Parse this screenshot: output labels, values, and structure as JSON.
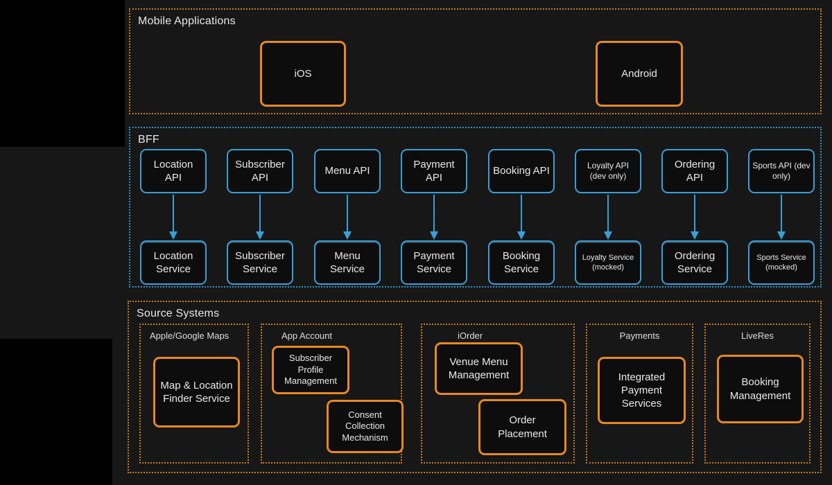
{
  "colors": {
    "canvas_bg": "#171717",
    "node_bg": "#0d0d0d",
    "orange_solid": "#e8891f",
    "orange_dotted": "#cc7f22",
    "blue_solid": "#38a0da",
    "blue_dotted": "#3096cf",
    "text": "#e9e9e9",
    "left_strips": "#000000"
  },
  "mobile_applications": {
    "label": "Mobile Applications",
    "nodes": [
      {
        "label": "iOS"
      },
      {
        "label": "Android"
      }
    ]
  },
  "bff": {
    "label": "BFF",
    "columns": [
      {
        "api": "Location API",
        "service": "Location Service"
      },
      {
        "api": "Subscriber API",
        "service": "Subscriber Service"
      },
      {
        "api": "Menu API",
        "service": "Menu Service"
      },
      {
        "api": "Payment API",
        "service": "Payment Service"
      },
      {
        "api": "Booking API",
        "service": "Booking Service"
      },
      {
        "api": "Loyalty API (dev only)",
        "service": "Loyalty Service (mocked)",
        "note": "dev-only/mocked"
      },
      {
        "api": "Ordering API",
        "service": "Ordering Service"
      },
      {
        "api": "Sports API (dev only)",
        "service": "Sports Service (mocked)",
        "note": "dev-only/mocked"
      }
    ]
  },
  "source_systems": {
    "label": "Source Systems",
    "groups": [
      {
        "label": "Apple/Google Maps",
        "boxes": [
          {
            "label": "Map & Location Finder Service"
          }
        ]
      },
      {
        "label": "App Account",
        "boxes": [
          {
            "label": "Subscriber Profile Management"
          },
          {
            "label": "Consent Collection Mechanism"
          }
        ]
      },
      {
        "label": "iOrder",
        "boxes": [
          {
            "label": "Venue Menu Management"
          },
          {
            "label": "Order Placement"
          }
        ]
      },
      {
        "label": "Payments",
        "boxes": [
          {
            "label": "Integrated Payment Services"
          }
        ]
      },
      {
        "label": "LiveRes",
        "boxes": [
          {
            "label": "Booking Management"
          }
        ]
      }
    ]
  }
}
